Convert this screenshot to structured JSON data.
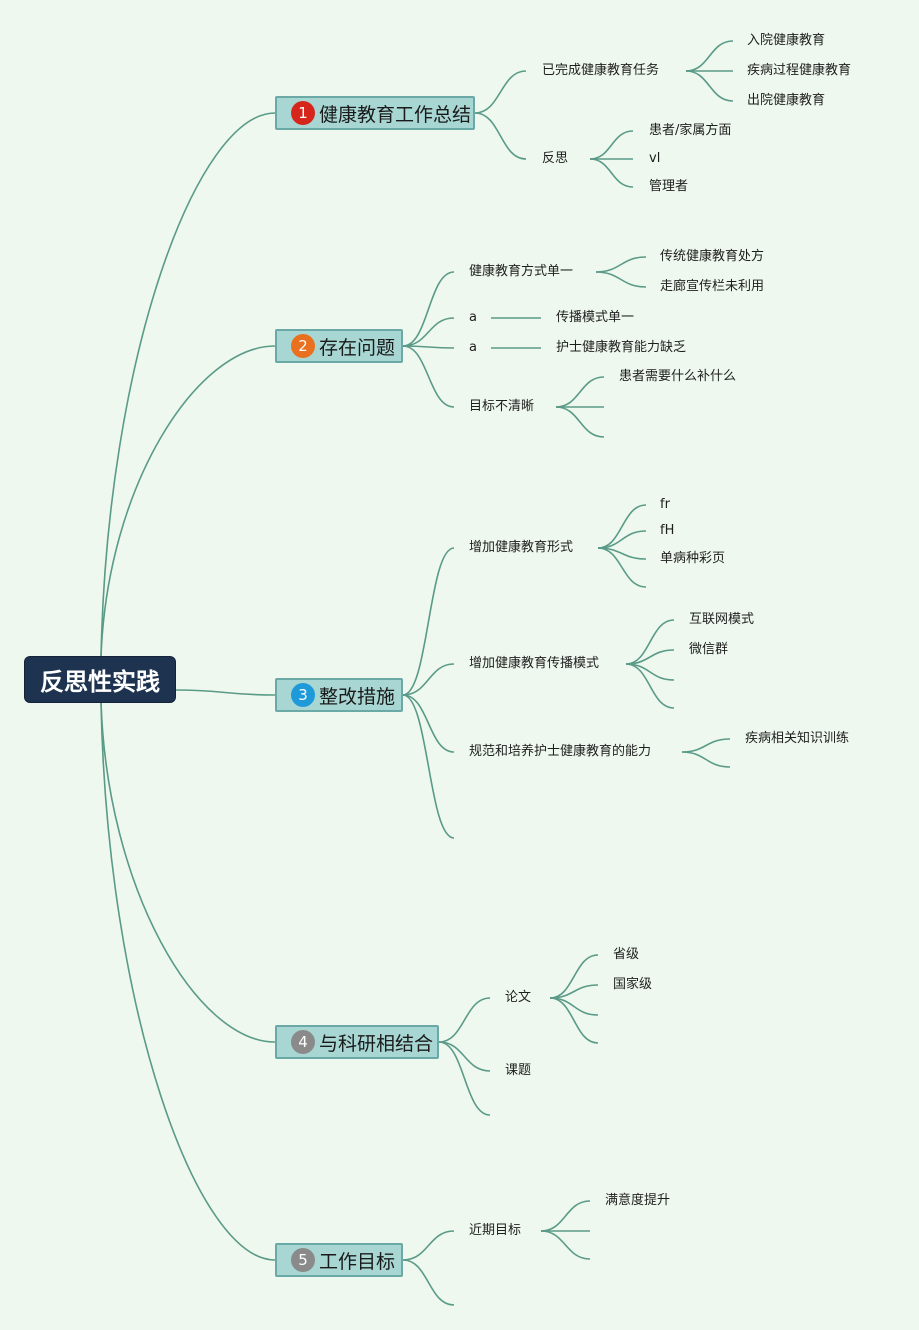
{
  "root": {
    "label": "反思性实践"
  },
  "colors": {
    "line": "#5a9a88",
    "root_bg": "#1e3350",
    "topic_bg": "#a7d6d3",
    "topic_border": "#6aa9a6",
    "background": "#eef8ee",
    "badge_1": "#d6261c",
    "badge_2": "#e8701e",
    "badge_3": "#1f9ad8",
    "badge_4": "#8a8a8a",
    "badge_5": "#8a8a8a"
  },
  "topics": [
    {
      "number": "1",
      "label": "健康教育工作总结",
      "children": [
        {
          "label": "已完成健康教育任务",
          "children": [
            {
              "label": "入院健康教育"
            },
            {
              "label": "疾病过程健康教育"
            },
            {
              "label": "出院健康教育"
            }
          ]
        },
        {
          "label": "反思",
          "children": [
            {
              "label": "患者/家属方面"
            },
            {
              "label": "vl"
            },
            {
              "label": "管理者"
            }
          ]
        }
      ]
    },
    {
      "number": "2",
      "label": "存在问题",
      "children": [
        {
          "label": "健康教育方式单一",
          "children": [
            {
              "label": "传统健康教育处方"
            },
            {
              "label": "走廊宣传栏未利用"
            }
          ]
        },
        {
          "label": "a",
          "children": [
            {
              "label": "传播模式单一"
            }
          ]
        },
        {
          "label": "a",
          "children": [
            {
              "label": "护士健康教育能力缺乏"
            }
          ]
        },
        {
          "label": "目标不清晰",
          "children": [
            {
              "label": "患者需要什么补什么"
            },
            {
              "label": ""
            },
            {
              "label": ""
            }
          ]
        }
      ]
    },
    {
      "number": "3",
      "label": "整改措施",
      "children": [
        {
          "label": "增加健康教育形式",
          "children": [
            {
              "label": "fr"
            },
            {
              "label": "fH"
            },
            {
              "label": "单病种彩页"
            },
            {
              "label": ""
            }
          ]
        },
        {
          "label": "增加健康教育传播模式",
          "children": [
            {
              "label": "互联网模式"
            },
            {
              "label": "微信群"
            },
            {
              "label": ""
            },
            {
              "label": ""
            }
          ]
        },
        {
          "label": "规范和培养护士健康教育的能力",
          "children": [
            {
              "label": "疾病相关知识训练"
            },
            {
              "label": ""
            }
          ]
        },
        {
          "label": "",
          "children": []
        }
      ]
    },
    {
      "number": "4",
      "label": "与科研相结合",
      "children": [
        {
          "label": "论文",
          "children": [
            {
              "label": "省级"
            },
            {
              "label": "国家级"
            },
            {
              "label": ""
            },
            {
              "label": ""
            }
          ]
        },
        {
          "label": "课题",
          "children": []
        },
        {
          "label": "",
          "children": []
        }
      ]
    },
    {
      "number": "5",
      "label": "工作目标",
      "children": [
        {
          "label": "近期目标",
          "children": [
            {
              "label": "满意度提升"
            },
            {
              "label": ""
            },
            {
              "label": ""
            }
          ]
        },
        {
          "label": "",
          "children": []
        }
      ]
    }
  ]
}
